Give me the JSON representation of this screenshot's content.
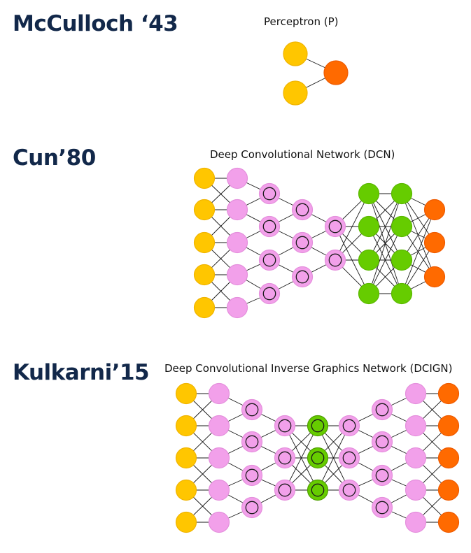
{
  "sections": [
    {
      "heading": "McCulloch ‘43",
      "network_title": "Perceptron (P)",
      "layers": [
        [
          "input",
          "input"
        ],
        [
          "output"
        ]
      ],
      "connections": "full"
    },
    {
      "heading": "Cun’80",
      "network_title": "Deep Convolutional Network (DCN)",
      "layers": [
        [
          "input",
          "input",
          "input",
          "input",
          "input"
        ],
        [
          "kernel",
          "kernel",
          "kernel",
          "kernel",
          "kernel"
        ],
        [
          "conv",
          "conv",
          "conv",
          "conv"
        ],
        [
          "conv",
          "conv",
          "conv"
        ],
        [
          "conv",
          "conv"
        ],
        [
          "hidden",
          "hidden",
          "hidden",
          "hidden"
        ],
        [
          "hidden",
          "hidden",
          "hidden",
          "hidden"
        ],
        [
          "output",
          "output",
          "output"
        ]
      ],
      "connections": [
        "local",
        "local",
        "local",
        "local",
        "full",
        "full",
        "full"
      ]
    },
    {
      "heading": "Kulkarni’15",
      "network_title": "Deep Convolutional Inverse Graphics Network (DCIGN)",
      "layers": [
        [
          "input",
          "input",
          "input",
          "input",
          "input"
        ],
        [
          "kernel",
          "kernel",
          "kernel",
          "kernel",
          "kernel"
        ],
        [
          "conv",
          "conv",
          "conv",
          "conv"
        ],
        [
          "conv",
          "conv",
          "conv"
        ],
        [
          "probabilistic",
          "probabilistic",
          "probabilistic"
        ],
        [
          "conv",
          "conv",
          "conv"
        ],
        [
          "conv",
          "conv",
          "conv",
          "conv"
        ],
        [
          "kernel",
          "kernel",
          "kernel",
          "kernel",
          "kernel"
        ],
        [
          "output",
          "output",
          "output",
          "output",
          "output"
        ]
      ],
      "connections": [
        "local",
        "local",
        "local",
        "full",
        "full",
        "local",
        "local",
        "local"
      ]
    }
  ],
  "node_colors": {
    "input": "#ffc600",
    "output": "#ff6a00",
    "kernel": "#f2a0ea",
    "conv": "#f2a0ea",
    "hidden": "#66cc00",
    "probabilistic": "#66cc00"
  },
  "text_color": "#12284a"
}
